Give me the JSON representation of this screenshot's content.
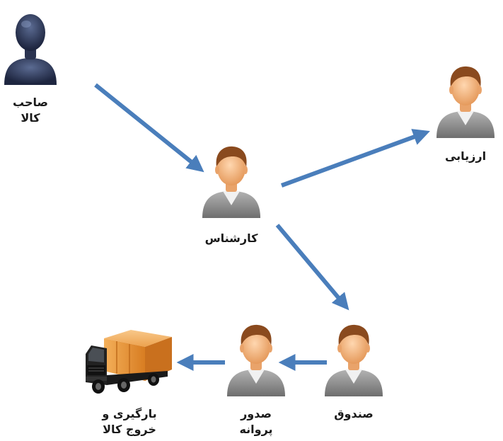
{
  "diagram": {
    "colors": {
      "arrow": "#4a7ebb",
      "person_shirt": "#8e8e8e",
      "person_skin": "#f2b27c",
      "person_hair": "#8a4a1e",
      "owner_silhouette": "#2f3a57",
      "truck_cargo": "#e8953a",
      "truck_cab": "#1c1c1c"
    },
    "nodes": {
      "owner": {
        "icon": "silhouette-person-icon",
        "line1": "صاحب",
        "line2": "کالا"
      },
      "expert": {
        "icon": "person-icon",
        "line1": "کارشناس"
      },
      "evaluation": {
        "icon": "person-icon",
        "line1": "ارزیابی"
      },
      "cashier": {
        "icon": "person-icon",
        "line1": "صندوق"
      },
      "permit": {
        "icon": "person-icon",
        "line1": "صدور",
        "line2": "پروانه"
      },
      "loading": {
        "icon": "truck-icon",
        "line1": "بارگیری و",
        "line2": "خروج کالا"
      }
    }
  }
}
